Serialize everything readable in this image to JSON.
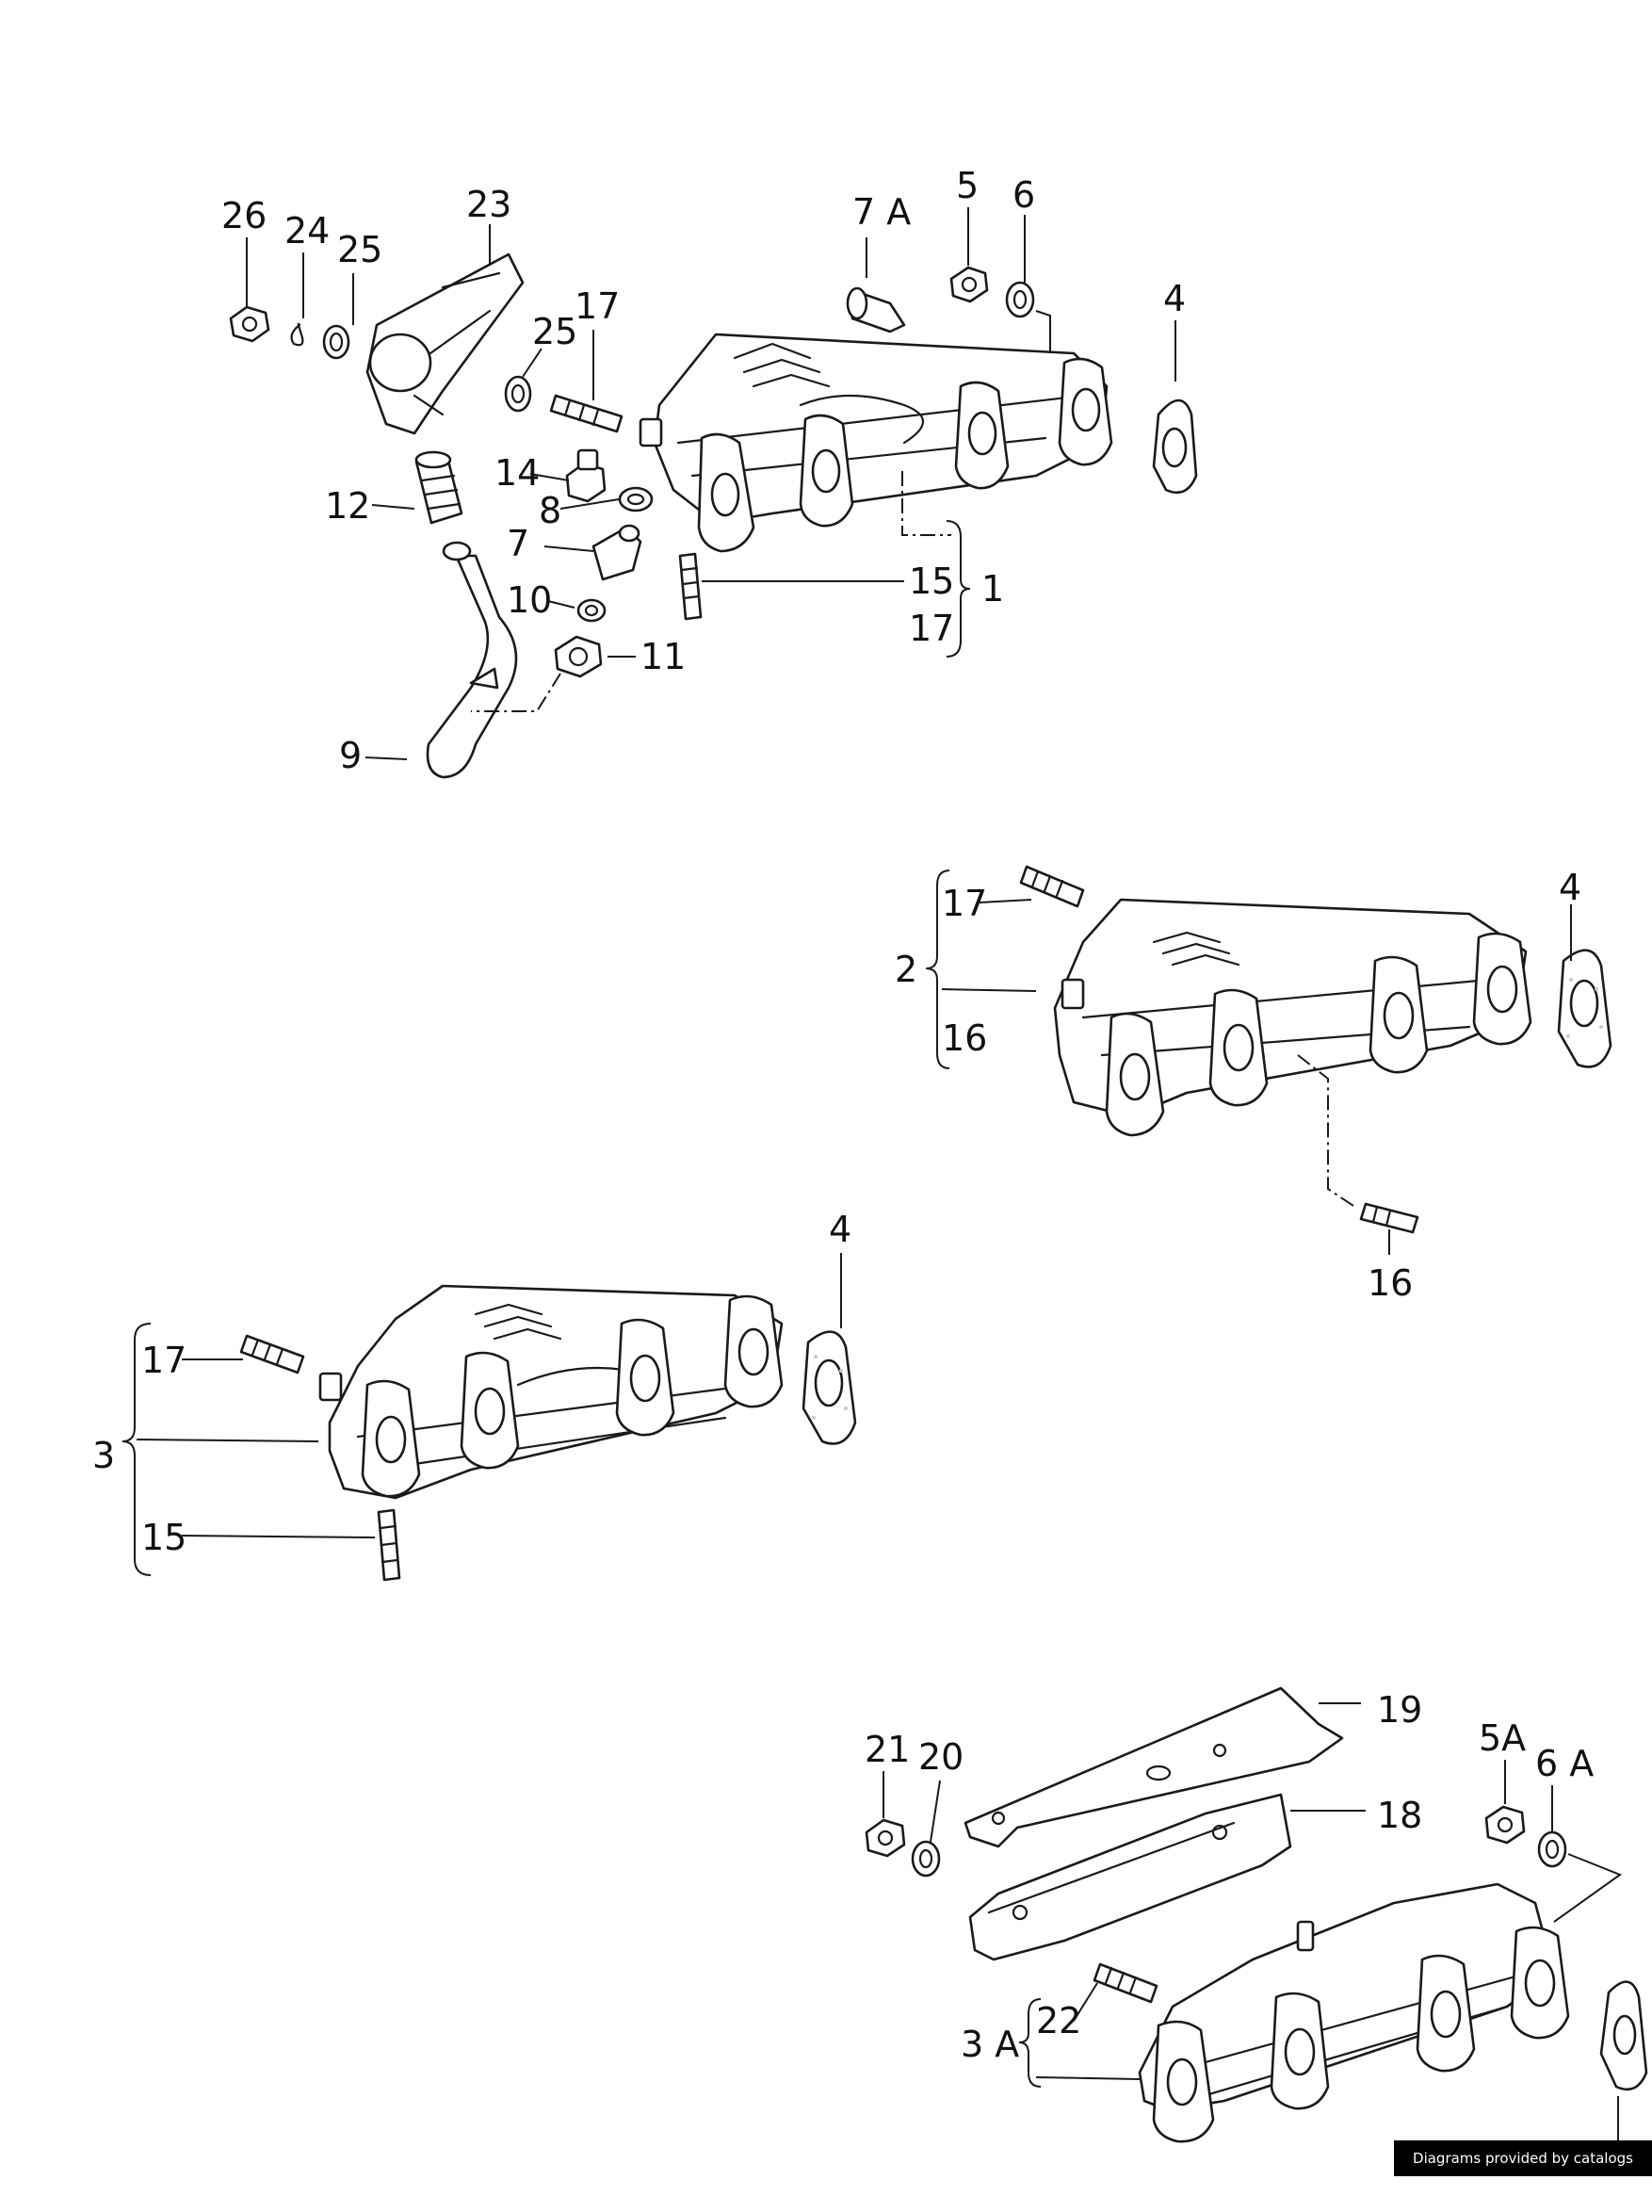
{
  "callouts": {
    "c26": "26",
    "c24": "24",
    "c25a": "25",
    "c23": "23",
    "c25b": "25",
    "c17a": "17",
    "c7A": "7 A",
    "c5": "5",
    "c6": "6",
    "c4a": "4",
    "c14": "14",
    "c12": "12",
    "c8": "8",
    "c7": "7",
    "c10": "10",
    "c11": "11",
    "c9": "9",
    "c15a": "15",
    "c17b": "17",
    "c1": "1",
    "c17c": "17",
    "c2": "2",
    "c16a": "16",
    "c4b": "4",
    "c16b": "16",
    "c4c": "4",
    "c17d": "17",
    "c3": "3",
    "c15b": "15",
    "c19": "19",
    "c21": "21",
    "c20": "20",
    "c5A": "5A",
    "c6A": "6 A",
    "c18": "18",
    "c22": "22",
    "c3A": "3 A"
  },
  "footer": {
    "credit": "Diagrams provided by catalogs parts"
  }
}
